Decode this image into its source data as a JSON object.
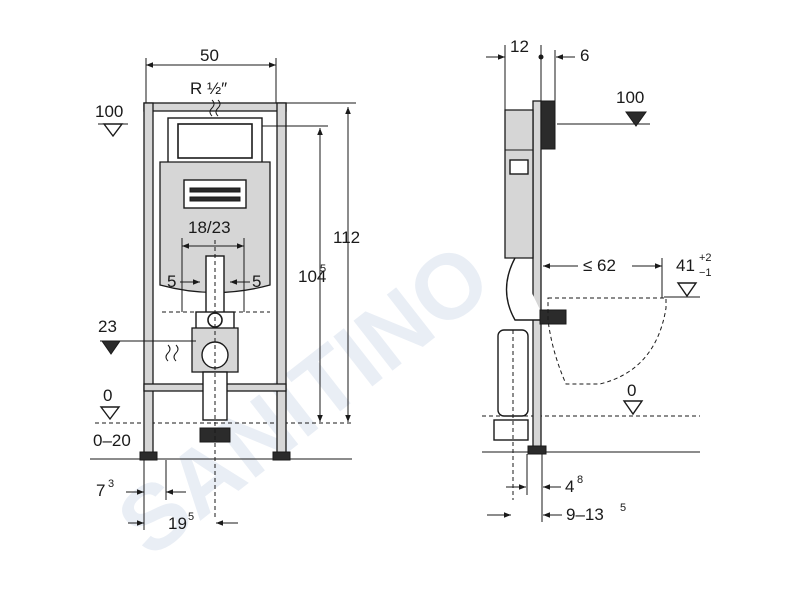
{
  "watermark": "SANITINO",
  "front_view": {
    "width": "50",
    "connection": "R ½″",
    "top_level": "100",
    "height_total": "112",
    "height_frame": "104",
    "height_frame_sup": "5",
    "flush_spacing": "18/23",
    "offset_left": "5",
    "offset_right": "5",
    "level_23": "23",
    "floor_level": "0",
    "adjust_range": "0–20",
    "foot_offset": "7",
    "foot_offset_sup": "3",
    "drain_offset": "19",
    "drain_offset_sup": "5"
  },
  "side_view": {
    "depth_top": "12",
    "wall_offset": "6",
    "top_level": "100",
    "bowl_projection": "≤ 62",
    "seat_height": "41",
    "seat_tol_plus": "+2",
    "seat_tol_minus": "−1",
    "floor_level": "0",
    "drain_depth": "4",
    "drain_depth_sup": "8",
    "install_depth": "9–13",
    "install_depth_sup": "5"
  }
}
